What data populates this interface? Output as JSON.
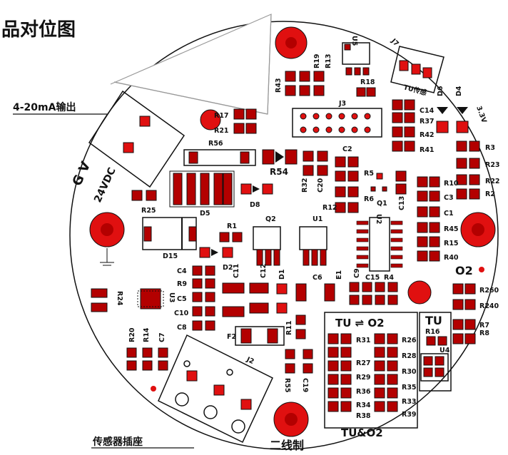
{
  "title": "品对位图",
  "callouts": {
    "output": "4-20mA输出",
    "sensor_socket": "传感器插座",
    "two_wire": "二线制",
    "o2": "O2",
    "tu": "TU",
    "tu_o2": "TU&O2",
    "tu_arrow_o2": "TU ⇌ O2"
  },
  "connector_text": {
    "gv": "G V",
    "vdc": "24VDC",
    "v33": "3.3V",
    "tu_tag": "TU传感"
  },
  "refdes": {
    "R17": "R17",
    "R21": "R21",
    "R56": "R56",
    "R54": "R54",
    "R32": "R32",
    "C20": "C20",
    "D8": "D8",
    "D5": "D5",
    "R25": "R25",
    "R43": "R43",
    "R19": "R19",
    "R13": "R13",
    "R18": "R18",
    "J3": "J3",
    "U5": "U5",
    "J7": "J7",
    "C14": "C14",
    "R37": "R37",
    "R42": "R42",
    "R41": "R41",
    "D6": "D6",
    "D4": "D4",
    "R3": "R3",
    "R23": "R23",
    "R22": "R22",
    "R2": "R2",
    "C2": "C2",
    "R5": "R5",
    "Q1": "Q1",
    "R6": "R6",
    "R12": "R12",
    "C13": "C13",
    "U2": "U2",
    "R10": "R10",
    "C3": "C3",
    "C1": "C1",
    "R45": "R45",
    "R15": "R15",
    "R40": "R40",
    "Q2": "Q2",
    "U1": "U1",
    "R1": "R1",
    "D15": "D15",
    "D2": "D2",
    "C4": "C4",
    "R9": "R9",
    "C5": "C5",
    "C10": "C10",
    "C8": "C8",
    "C11": "C11",
    "C12": "C12",
    "D1": "D1",
    "C6": "C6",
    "E1": "E1",
    "C9": "C9",
    "C15": "C15",
    "R4": "R4",
    "R24": "R24",
    "U3": "U3",
    "F2": "F2",
    "R11": "R11",
    "R55": "R55",
    "C19": "C19",
    "R20": "R20",
    "R14": "R14",
    "C7": "C7",
    "J2": "J2",
    "R260": "R260",
    "R240": "R240",
    "R7": "R7",
    "R8": "R8",
    "R16": "R16",
    "U4": "U4",
    "R26": "R26",
    "R28": "R28",
    "R30": "R30",
    "R35": "R35",
    "R33": "R33",
    "R39": "R39",
    "R31": "R31",
    "R27": "R27",
    "R29": "R29",
    "R36": "R36",
    "R34": "R34",
    "R38": "R38"
  },
  "colors": {
    "copper": "#b30000",
    "bright": "#e01010",
    "outline": "#111111"
  }
}
